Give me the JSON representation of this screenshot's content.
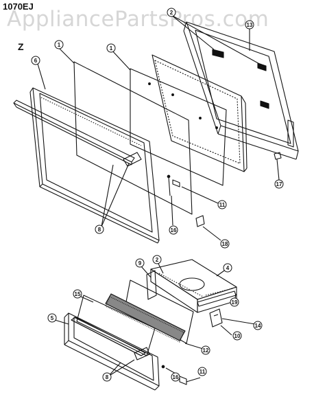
{
  "header": {
    "model_code": "1070EJ",
    "section_letter": "Z"
  },
  "watermark": {
    "text": "AppliancePartsPros.com"
  },
  "callouts": {
    "c1": "1",
    "c2": "1",
    "c3": "2",
    "c4": "6",
    "c5": "13",
    "c6": "17",
    "c7": "11",
    "c8": "8",
    "c9": "16",
    "c10": "18",
    "c11": "9",
    "c12": "2",
    "c13": "4",
    "c14": "15",
    "c15": "19",
    "c16": "5",
    "c17": "14",
    "c18": "10",
    "c19": "12",
    "c20": "8",
    "c21": "16",
    "c22": "11"
  },
  "colors": {
    "ink": "#111111",
    "watermark": "#d6d6d6",
    "background": "#ffffff"
  }
}
